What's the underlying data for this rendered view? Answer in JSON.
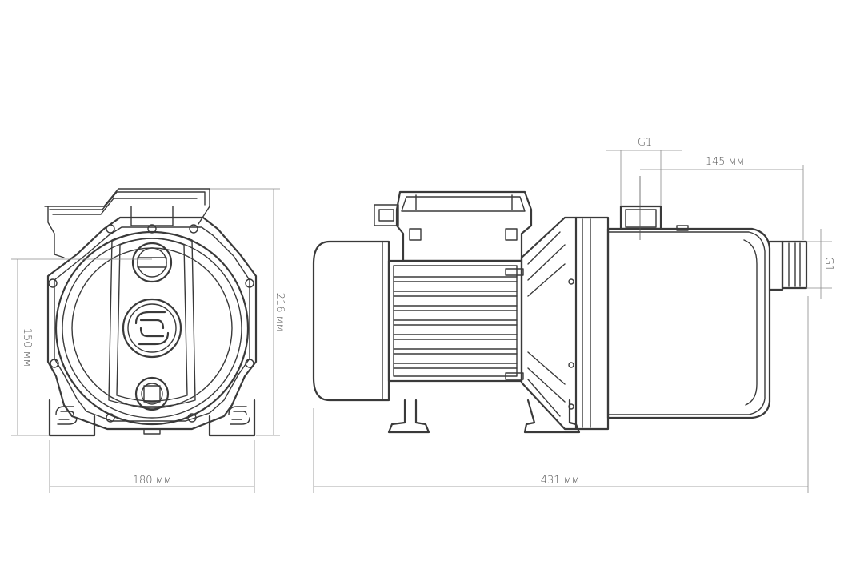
{
  "dimensions": {
    "front_width": "180 мм",
    "front_height_total": "216 мм",
    "front_height_axis": "150 мм",
    "side_length": "431 мм",
    "outlet_offset": "145 мм",
    "outlet_thread": "G1",
    "inlet_thread": "G1"
  },
  "colors": {
    "line": "#3a3a3a",
    "dimension": "#8a8a8a",
    "text": "#555555"
  }
}
